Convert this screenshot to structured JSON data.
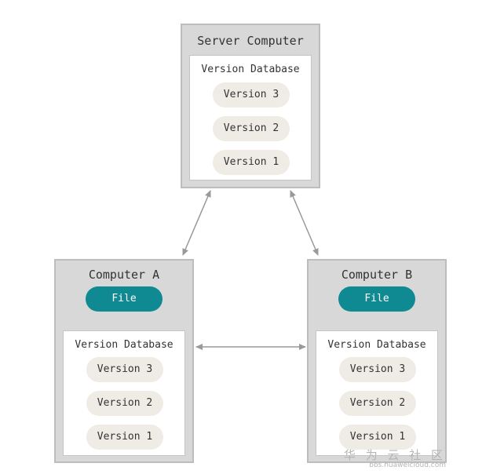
{
  "server": {
    "title": "Server Computer",
    "db_title": "Version Database",
    "versions": [
      "Version 3",
      "Version 2",
      "Version 1"
    ]
  },
  "computer_a": {
    "title": "Computer A",
    "file_label": "File",
    "db_title": "Version Database",
    "versions": [
      "Version 3",
      "Version 2",
      "Version 1"
    ]
  },
  "computer_b": {
    "title": "Computer B",
    "file_label": "File",
    "db_title": "Version Database",
    "versions": [
      "Version 3",
      "Version 2",
      "Version 1"
    ]
  },
  "watermark": {
    "text": "华 为 云 社 区",
    "url": "bbs.huaweicloud.com"
  },
  "colors": {
    "node_bg": "#d8d8d8",
    "db_bg": "#ffffff",
    "version_pill": "#efece5",
    "file_pill": "#0f8a93",
    "arrow": "#999999"
  }
}
